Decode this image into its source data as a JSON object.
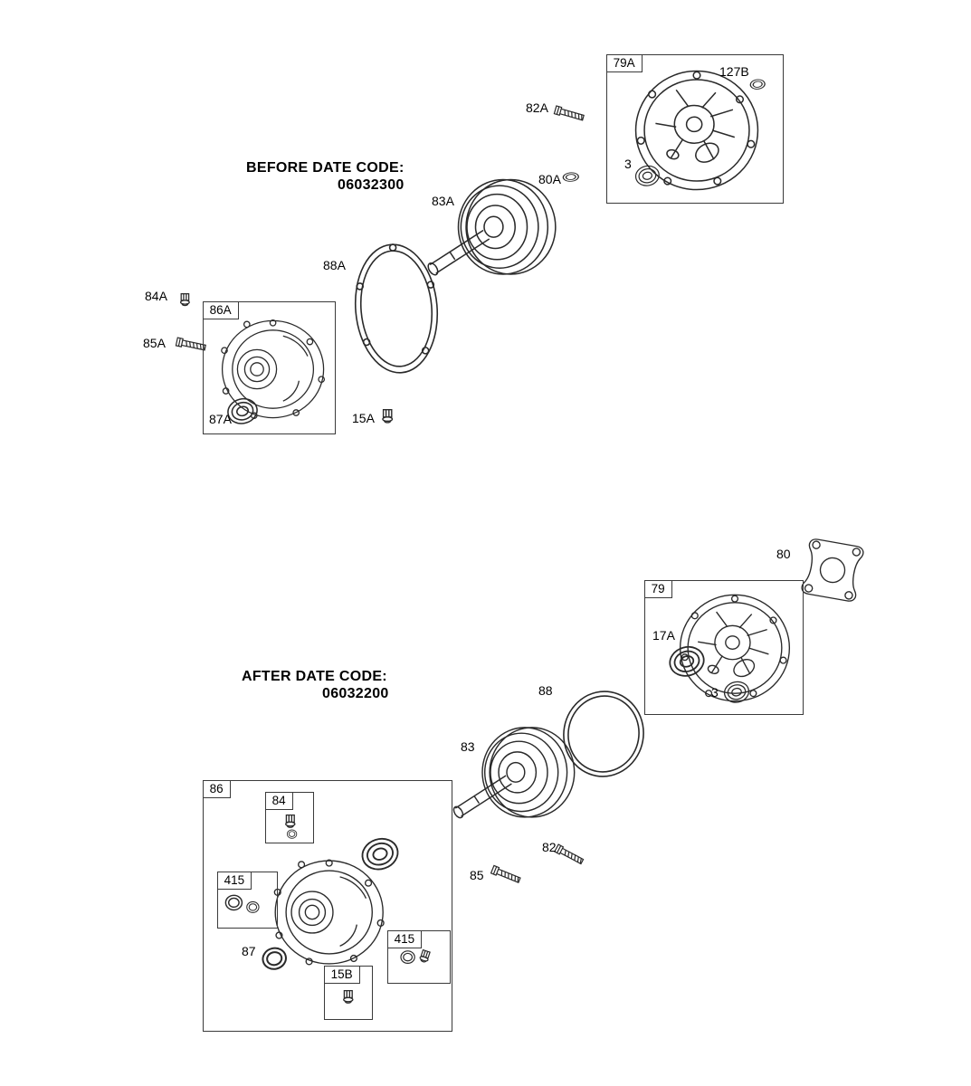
{
  "colors": {
    "background": "#ffffff",
    "line_art": "#2a2a2a",
    "box_border": "#3a3a3a",
    "text": "#000000"
  },
  "before_section": {
    "heading_line1": "BEFORE DATE CODE:",
    "heading_line2": "06032300",
    "group_79A": "79A",
    "group_86A": "86A",
    "labels": {
      "p127B": "127B",
      "p82A": "82A",
      "p80A": "80A",
      "p3": "3",
      "p83A": "83A",
      "p88A": "88A",
      "p84A": "84A",
      "p85A": "85A",
      "p87A": "87A",
      "p15A": "15A"
    }
  },
  "after_section": {
    "heading_line1": "AFTER DATE CODE:",
    "heading_line2": "06032200",
    "group_79": "79",
    "group_86": "86",
    "group_84": "84",
    "group_415a": "415",
    "group_415b": "415",
    "group_15B": "15B",
    "labels": {
      "p80": "80",
      "p17A": "17A",
      "p3": "3",
      "p88": "88",
      "p83": "83",
      "p87": "87",
      "p82": "82",
      "p85": "85"
    }
  }
}
